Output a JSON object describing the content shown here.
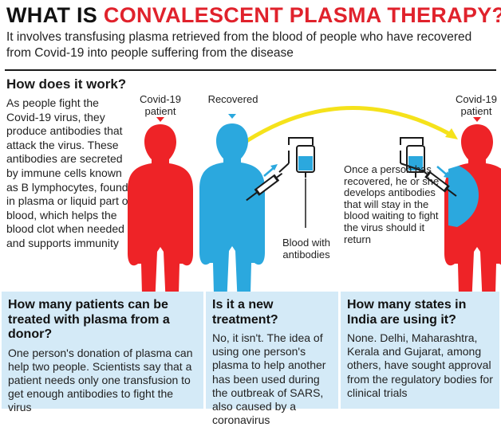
{
  "header": {
    "title_part1": "WHAT IS ",
    "title_part2": "CONVALESCENT PLASMA THERAPY?",
    "subtitle": "It involves transfusing plasma retrieved from the blood of people who have recovered from Covid-19 into people suffering from the disease"
  },
  "how": {
    "heading": "How does it work?",
    "text": "As people fight the Covid-19 virus, they produce antibodies that attack the virus. These antibodies are secreted by immune cells known as B lymphocytes, found in plasma or liquid part of blood, which helps the blood clot when needed and supports immunity"
  },
  "diagram": {
    "label_patient_left": "Covid-19 patient",
    "label_recovered": "Recovered",
    "label_patient_right": "Covid-19 patient",
    "blood_label": "Blood with antibodies",
    "note": "Once a person has recovered, he or she develops antibodies that will stay in the blood waiting to fight the virus should it return",
    "colors": {
      "patient": "#ee2327",
      "recovered": "#2ba8de",
      "arrow": "#f5e21b"
    },
    "icons": [
      "human-figure-icon",
      "syringe-icon",
      "iv-bag-icon",
      "arrow-icon"
    ]
  },
  "panels": [
    {
      "heading": "How many patients can be treated with plasma from a donor?",
      "text": "One person's donation of plasma can help two people. Scientists say that a patient needs only one transfusion to get enough antibodies to fight the virus"
    },
    {
      "heading": "Is it a new treatment?",
      "text": "No, it isn't. The idea of using one person's plasma to help another has been used during the outbreak of SARS, also caused by a coronavirus"
    },
    {
      "heading": "How many states in India are using it?",
      "text": "None. Delhi, Maharashtra, Kerala and Gujarat, among others, have sought approval from the regulatory bodies for clinical trials"
    }
  ]
}
